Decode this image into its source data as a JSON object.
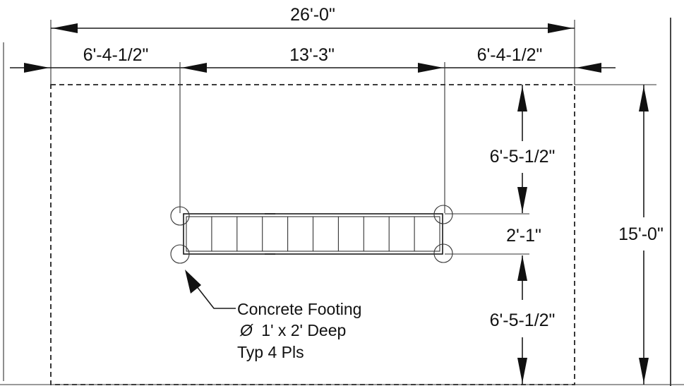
{
  "dimensions": {
    "overall_width": "26'-0\"",
    "left_offset": "6'-4-1/2\"",
    "center_span": "13'-3\"",
    "right_offset": "6'-4-1/2\"",
    "top_offset": "6'-5-1/2\"",
    "middle_depth": "2'-1\"",
    "bottom_offset": "6'-5-1/2\"",
    "overall_depth": "15'-0\""
  },
  "note": {
    "line1": "Concrete Footing",
    "line2_symbol": "Ø",
    "line2": "1' x 2' Deep",
    "line3": "Typ 4 Pls"
  },
  "deck_panel_count": 10
}
